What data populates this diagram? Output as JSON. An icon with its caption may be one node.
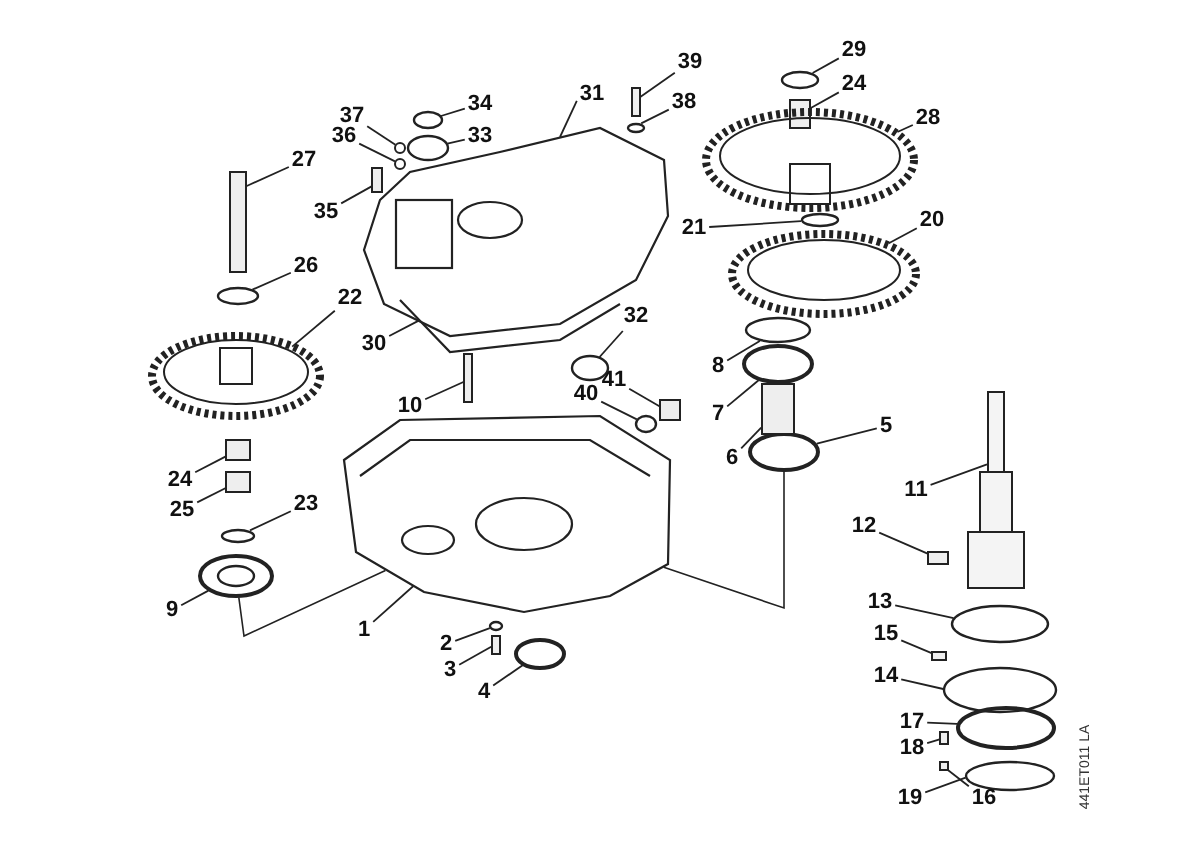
{
  "diagram": {
    "nodes": [
      {
        "text": [
          "29"
        ]
      },
      {
        "text": [
          "39"
        ]
      },
      {
        "text": [
          "34"
        ]
      },
      {
        "text": [
          "24"
        ]
      },
      {
        "text": [
          "31"
        ]
      },
      {
        "text": [
          "38"
        ]
      },
      {
        "text": [
          "33"
        ]
      },
      {
        "text": [
          "37"
        ]
      },
      {
        "text": [
          "28"
        ]
      },
      {
        "text": [
          "36"
        ]
      },
      {
        "text": [
          "27"
        ]
      },
      {
        "text": [
          "35"
        ]
      },
      {
        "text": [
          "20"
        ]
      },
      {
        "text": [
          "21"
        ]
      },
      {
        "text": [
          "26"
        ]
      },
      {
        "text": [
          "22"
        ]
      },
      {
        "text": [
          "32"
        ]
      },
      {
        "text": [
          "30"
        ]
      },
      {
        "text": [
          "8"
        ]
      },
      {
        "text": [
          "41"
        ]
      },
      {
        "text": [
          "40"
        ]
      },
      {
        "text": [
          "10"
        ]
      },
      {
        "text": [
          "7"
        ]
      },
      {
        "text": [
          "5"
        ]
      },
      {
        "text": [
          "6"
        ]
      },
      {
        "text": [
          "24"
        ]
      },
      {
        "text": [
          "11"
        ]
      },
      {
        "text": [
          "23"
        ]
      },
      {
        "text": [
          "25"
        ]
      },
      {
        "text": [
          "12"
        ]
      },
      {
        "text": [
          "9"
        ]
      },
      {
        "text": [
          "13"
        ]
      },
      {
        "text": [
          "1"
        ]
      },
      {
        "text": [
          "15"
        ]
      },
      {
        "text": [
          "2"
        ]
      },
      {
        "text": [
          "3"
        ]
      },
      {
        "text": [
          "14"
        ]
      },
      {
        "text": [
          "4"
        ]
      },
      {
        "text": [
          "17"
        ]
      },
      {
        "text": [
          "18"
        ]
      },
      {
        "text": [
          "16"
        ]
      },
      {
        "text": [
          "19"
        ]
      },
      {
        "text": [],
        "shape": "ring"
      },
      {
        "text": [],
        "shape": "bar"
      },
      {
        "text": [],
        "shape": "ring"
      },
      {
        "text": [],
        "shape": "cylinder"
      },
      {
        "text": [],
        "shape": "housing"
      },
      {
        "text": [],
        "shape": "ring"
      },
      {
        "text": [],
        "shape": "ring"
      },
      {
        "text": [],
        "shape": "circle"
      },
      {
        "text": [],
        "shape": "gear"
      },
      {
        "text": [],
        "shape": "circle"
      },
      {
        "text": [],
        "shape": "bar"
      },
      {
        "text": [],
        "shape": "bar"
      },
      {
        "text": [],
        "shape": "gear"
      },
      {
        "text": [],
        "shape": "ring"
      },
      {
        "text": [],
        "shape": "ring"
      },
      {
        "text": [],
        "shape": "gear"
      },
      {
        "text": [],
        "shape": "ring"
      },
      {
        "text": [],
        "shape": "housing"
      },
      {
        "text": [],
        "shape": "ring"
      },
      {
        "text": [],
        "shape": "box"
      },
      {
        "text": [],
        "shape": "ring"
      },
      {
        "text": [],
        "shape": "bar"
      },
      {
        "text": [],
        "shape": "ring"
      },
      {
        "text": [],
        "shape": "ring"
      },
      {
        "text": [],
        "shape": "cylinder"
      },
      {
        "text": [],
        "shape": "cylinder"
      },
      {
        "text": [],
        "shape": "shaft"
      },
      {
        "text": [],
        "shape": "ring"
      },
      {
        "text": [],
        "shape": "cylinder"
      },
      {
        "text": [],
        "shape": "box"
      },
      {
        "text": [],
        "shape": "ring"
      },
      {
        "text": [],
        "shape": "ring"
      },
      {
        "text": [],
        "shape": "housing"
      },
      {
        "text": [],
        "shape": "box"
      },
      {
        "text": [],
        "shape": "ring"
      },
      {
        "text": [],
        "shape": "bar"
      },
      {
        "text": [],
        "shape": "ring"
      },
      {
        "text": [],
        "shape": "ring"
      },
      {
        "text": [],
        "shape": "ring"
      },
      {
        "text": [],
        "shape": "box"
      },
      {
        "text": [],
        "shape": "box"
      },
      {
        "text": [],
        "shape": "ring"
      }
    ],
    "edges": [
      {
        "from": 0,
        "to": 42,
        "arrow": "none"
      },
      {
        "from": 1,
        "to": 43,
        "arrow": "none"
      },
      {
        "from": 2,
        "to": 44,
        "arrow": "none"
      },
      {
        "from": 3,
        "to": 45,
        "arrow": "none"
      },
      {
        "from": 4,
        "to": 46,
        "arrow": "none"
      },
      {
        "from": 5,
        "to": 47,
        "arrow": "none"
      },
      {
        "from": 6,
        "to": 48,
        "arrow": "none"
      },
      {
        "from": 7,
        "to": 49,
        "arrow": "none"
      },
      {
        "from": 8,
        "to": 50,
        "arrow": "none"
      },
      {
        "from": 9,
        "to": 51,
        "arrow": "none"
      },
      {
        "from": 10,
        "to": 52,
        "arrow": "none"
      },
      {
        "from": 11,
        "to": 53,
        "arrow": "none"
      },
      {
        "from": 12,
        "to": 54,
        "arrow": "none"
      },
      {
        "from": 13,
        "to": 55,
        "arrow": "none"
      },
      {
        "from": 14,
        "to": 56,
        "arrow": "none"
      },
      {
        "from": 15,
        "to": 57,
        "arrow": "none"
      },
      {
        "from": 16,
        "to": 58,
        "arrow": "none"
      },
      {
        "from": 17,
        "to": 59,
        "arrow": "none"
      },
      {
        "from": 18,
        "to": 60,
        "arrow": "none"
      },
      {
        "from": 19,
        "to": 61,
        "arrow": "none"
      },
      {
        "from": 20,
        "to": 62,
        "arrow": "none"
      },
      {
        "from": 21,
        "to": 63,
        "arrow": "none"
      },
      {
        "from": 22,
        "to": 64,
        "arrow": "none"
      },
      {
        "from": 23,
        "to": 65,
        "arrow": "none"
      },
      {
        "from": 24,
        "to": 66,
        "arrow": "none"
      },
      {
        "from": 25,
        "to": 67,
        "arrow": "none"
      },
      {
        "from": 26,
        "to": 68,
        "arrow": "none"
      },
      {
        "from": 27,
        "to": 69,
        "arrow": "none"
      },
      {
        "from": 28,
        "to": 70,
        "arrow": "none"
      },
      {
        "from": 29,
        "to": 71,
        "arrow": "none"
      },
      {
        "from": 30,
        "to": 72,
        "arrow": "none"
      },
      {
        "from": 31,
        "to": 73,
        "arrow": "none"
      },
      {
        "from": 32,
        "to": 74,
        "arrow": "none"
      },
      {
        "from": 33,
        "to": 75,
        "arrow": "none"
      },
      {
        "from": 34,
        "to": 76,
        "arrow": "none"
      },
      {
        "from": 35,
        "to": 77,
        "arrow": "none"
      },
      {
        "from": 36,
        "to": 78,
        "arrow": "none"
      },
      {
        "from": 37,
        "to": 79,
        "arrow": "none"
      },
      {
        "from": 38,
        "to": 80,
        "arrow": "none"
      },
      {
        "from": 39,
        "to": 81,
        "arrow": "none"
      },
      {
        "from": 40,
        "to": 82,
        "arrow": "none"
      },
      {
        "from": 41,
        "to": 83,
        "arrow": "none"
      },
      {
        "from": 72,
        "to": 74,
        "arrow": "none"
      },
      {
        "from": 65,
        "to": 74,
        "arrow": "none"
      }
    ],
    "labels": [
      "441ET011 LA"
    ]
  }
}
